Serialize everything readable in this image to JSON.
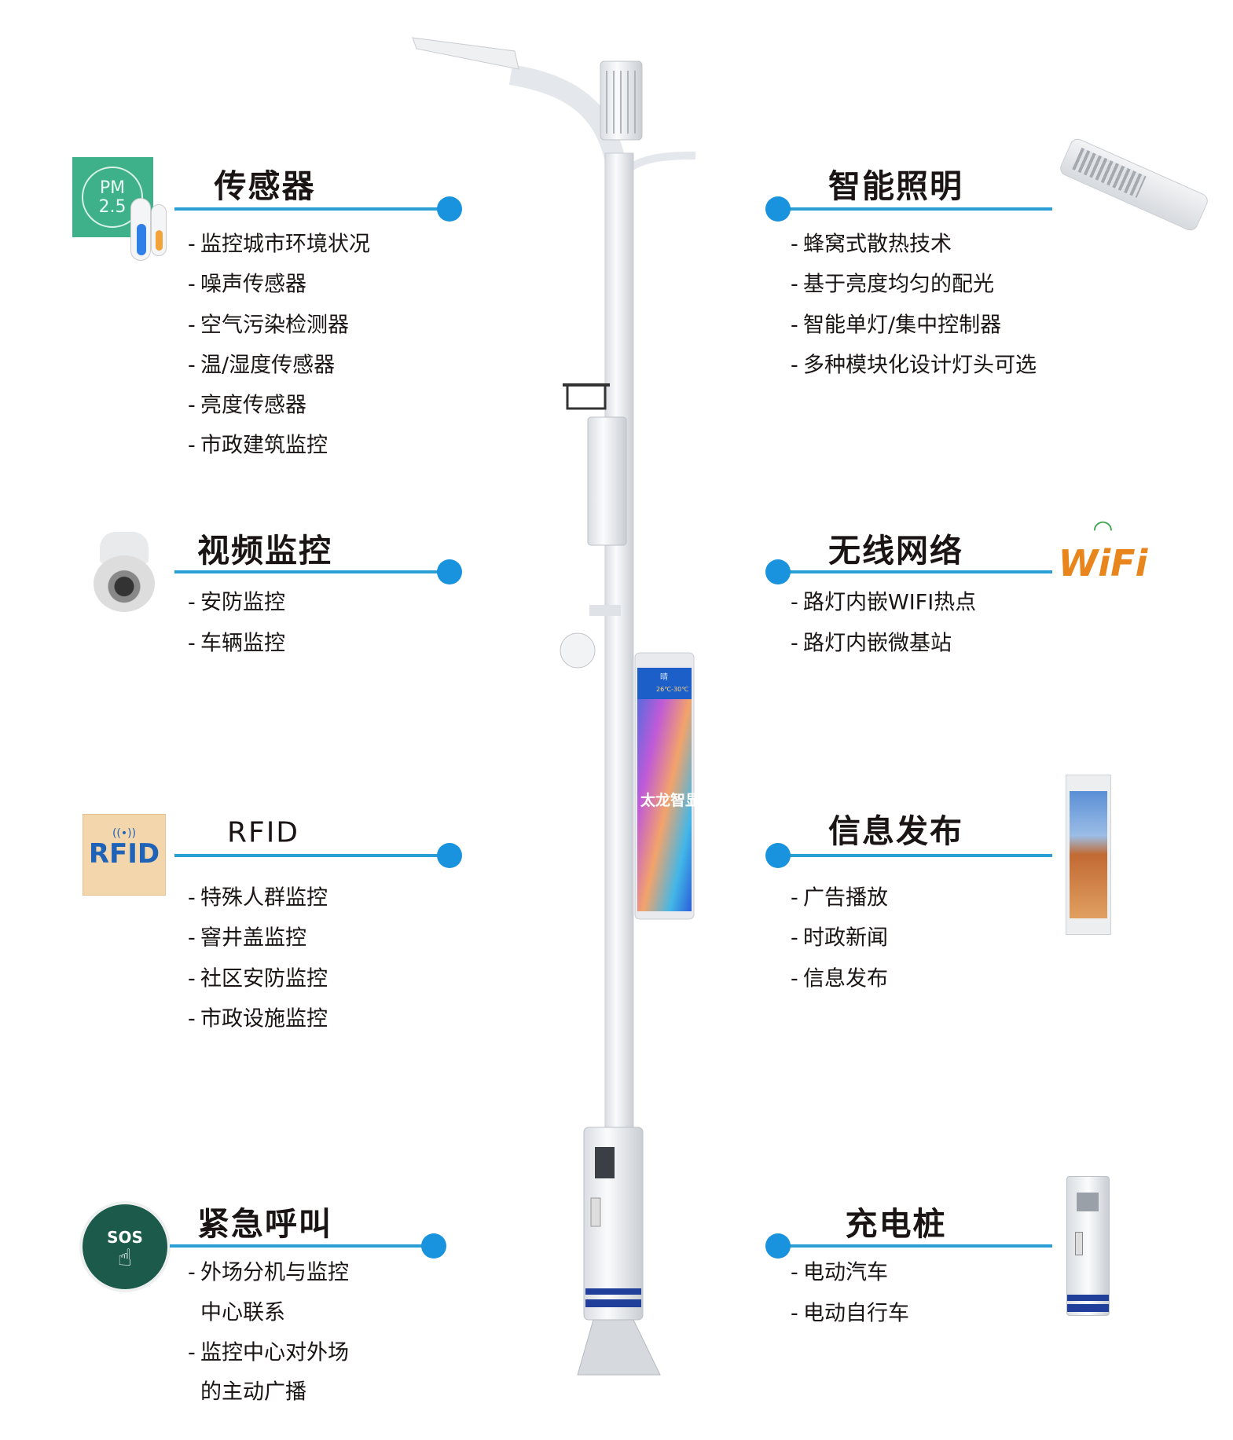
{
  "accent_color": "#1a93df",
  "pole": {
    "screen_weather": "晴",
    "screen_temp": "26℃-30℃",
    "screen_brand": "太龙智显",
    "pm_label_1": "PM",
    "pm_label_2": "2.5"
  },
  "left_sections": [
    {
      "title": "传感器",
      "icon": "pm25-thermometer-icon",
      "items": [
        "监控城市环境状况",
        "噪声传感器",
        "空气污染检测器",
        "温/湿度传感器",
        "亮度传感器",
        "市政建筑监控"
      ]
    },
    {
      "title": "视频监控",
      "icon": "dome-camera-icon",
      "items": [
        "安防监控",
        "车辆监控"
      ]
    },
    {
      "title": "RFID",
      "icon": "rfid-icon",
      "icon_text": "RFID",
      "items": [
        "特殊人群监控",
        "窨井盖监控",
        "社区安防监控",
        "市政设施监控"
      ]
    },
    {
      "title": "紧急呼叫",
      "icon": "sos-button-icon",
      "icon_text": "SOS",
      "items": [
        "外场分机与监控",
        "中心联系",
        "监控中心对外场",
        "的主动广播"
      ]
    }
  ],
  "right_sections": [
    {
      "title": "智能照明",
      "icon": "street-lamp-head-icon",
      "items": [
        "蜂窝式散热技术",
        "基于亮度均匀的配光",
        "智能单灯/集中控制器",
        "多种模块化设计灯头可选"
      ]
    },
    {
      "title": "无线网络",
      "icon": "wifi-icon",
      "icon_text": "WiFi",
      "items": [
        "路灯内嵌WIFI热点",
        "路灯内嵌微基站"
      ]
    },
    {
      "title": "信息发布",
      "icon": "display-screen-icon",
      "items": [
        "广告播放",
        "时政新闻",
        "信息发布"
      ]
    },
    {
      "title": "充电桩",
      "icon": "charging-pile-icon",
      "items": [
        "电动汽车",
        "电动自行车"
      ]
    }
  ]
}
